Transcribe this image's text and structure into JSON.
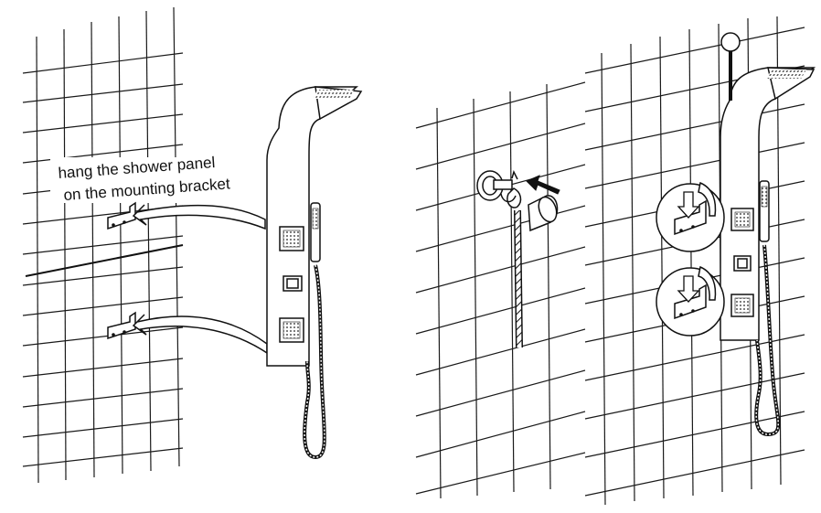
{
  "instruction": {
    "line1": "hang the shower panel",
    "line2": "on the mounting bracket"
  },
  "steps": [
    {
      "id": "step-1",
      "description": "panel and wall brackets"
    },
    {
      "id": "step-2",
      "description": "wall elbow and hose connection"
    },
    {
      "id": "step-3",
      "description": "panel mounted with hose"
    }
  ]
}
